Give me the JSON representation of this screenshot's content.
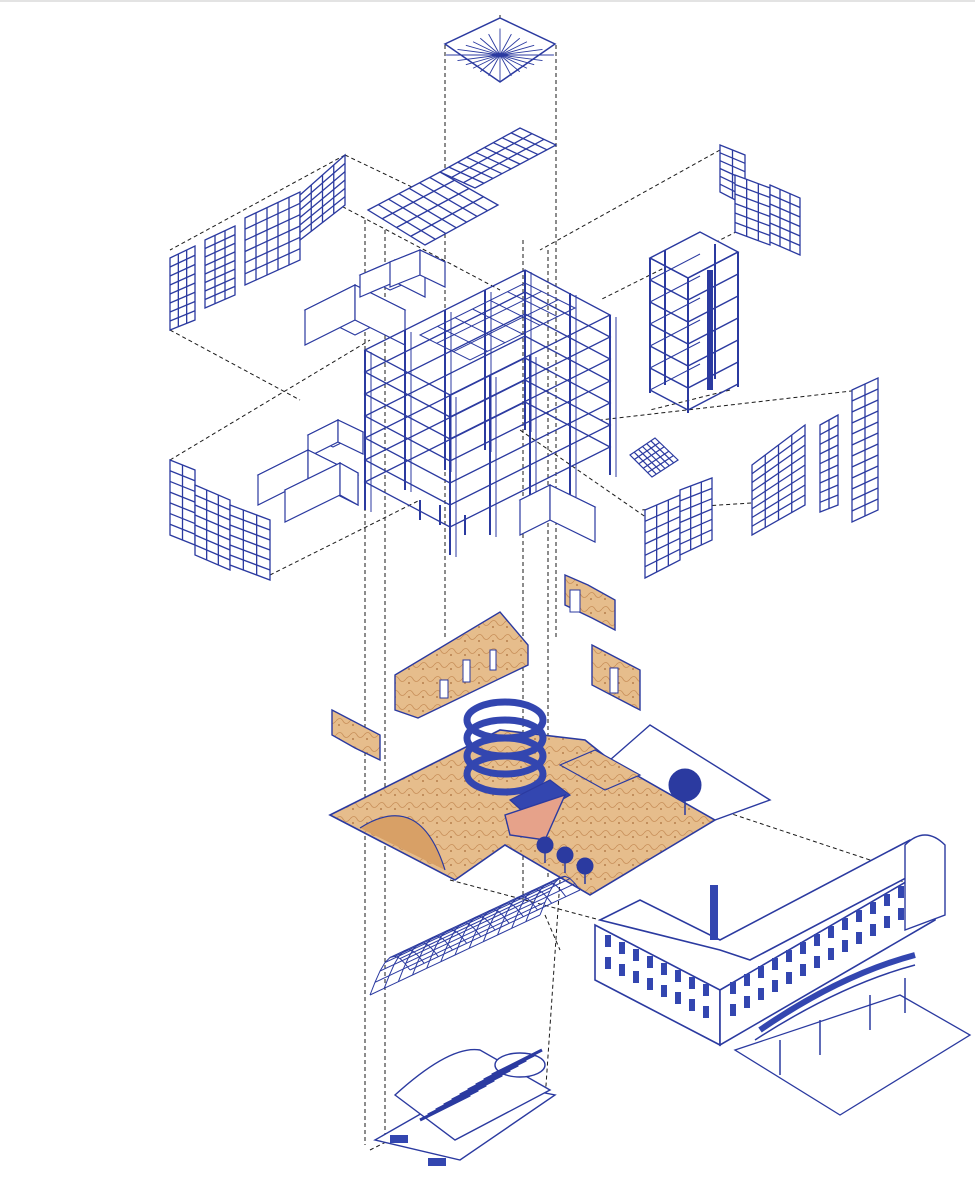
{
  "diagram": {
    "type": "exploded-axonometric",
    "colors": {
      "line": "#2b3aa0",
      "fill": "#3346b0",
      "guide": "#1a1a1a",
      "terrain": "#e2b98a",
      "terrain_dark": "#c9935e",
      "background": "#ffffff"
    },
    "components": [
      "roof-skylight",
      "roof-grid-panel",
      "left-upper-facade-panel",
      "right-upper-facade-panel",
      "left-upper-volumes",
      "structural-frame",
      "tower-structure",
      "left-lower-volumes",
      "small-box-volume",
      "small-stair-panel",
      "left-lower-facade-panel",
      "right-lower-facade-panels",
      "earth-wall-panels",
      "plaza-with-spiral-ramp",
      "trees",
      "historic-building",
      "platform-canopy",
      "gridshell-canopy",
      "auditorium-section"
    ]
  }
}
